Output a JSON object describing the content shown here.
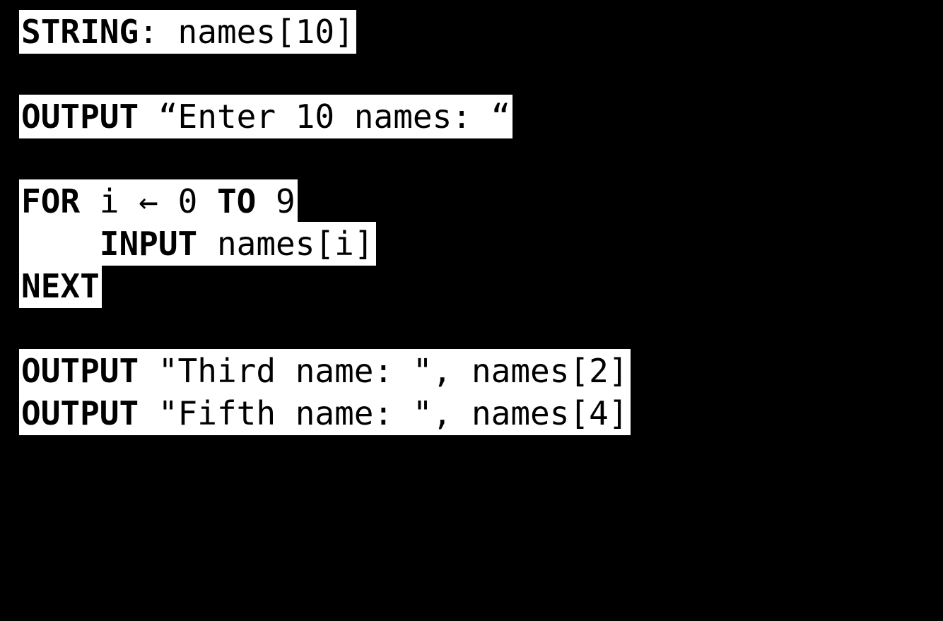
{
  "colors": {
    "background": "#000000",
    "highlight": "#ffffff",
    "text": "#000000"
  },
  "code": {
    "language": "pseudocode",
    "lines": [
      {
        "segments": [
          {
            "text": "STRING",
            "bold": true
          },
          {
            "text": ": names[10]",
            "bold": false
          }
        ]
      },
      {
        "segments": []
      },
      {
        "segments": [
          {
            "text": "OUTPUT",
            "bold": true
          },
          {
            "text": " “Enter 10 names: “",
            "bold": false
          }
        ]
      },
      {
        "segments": []
      },
      {
        "segments": [
          {
            "text": "FOR",
            "bold": true
          },
          {
            "text": " i ← 0 ",
            "bold": false
          },
          {
            "text": "TO",
            "bold": true
          },
          {
            "text": " 9",
            "bold": false
          }
        ]
      },
      {
        "segments": [
          {
            "text": "    ",
            "bold": false
          },
          {
            "text": "INPUT",
            "bold": true
          },
          {
            "text": " names[i]",
            "bold": false
          }
        ]
      },
      {
        "segments": [
          {
            "text": "NEXT",
            "bold": true
          }
        ]
      },
      {
        "segments": []
      },
      {
        "segments": [
          {
            "text": "OUTPUT",
            "bold": true
          },
          {
            "text": " \"Third name: \", names[2]",
            "bold": false
          }
        ]
      },
      {
        "segments": [
          {
            "text": "OUTPUT",
            "bold": true
          },
          {
            "text": " \"Fifth name: \", names[4]",
            "bold": false
          }
        ]
      }
    ]
  }
}
